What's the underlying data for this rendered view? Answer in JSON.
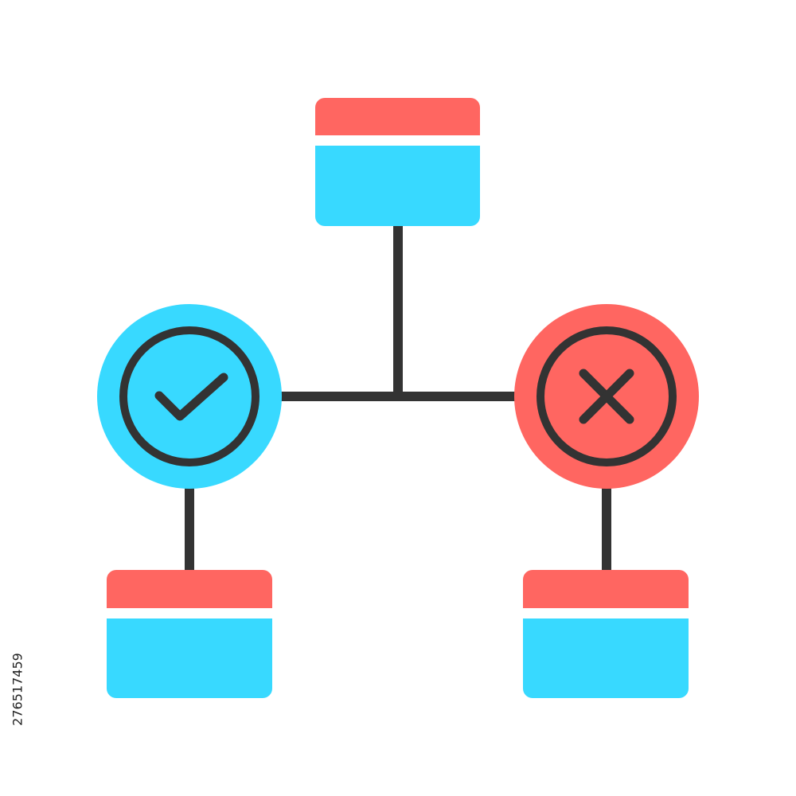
{
  "palette": {
    "background": "#ffffff",
    "header_red": "#ff6661",
    "body_blue": "#38d9ff",
    "outline_dark": "#333333"
  },
  "nodes": [
    {
      "id": "top-card",
      "kind": "card"
    },
    {
      "id": "approve-node",
      "kind": "circle",
      "icon": "checkmark-icon",
      "color": "#38d9ff"
    },
    {
      "id": "reject-node",
      "kind": "circle",
      "icon": "cross-icon",
      "color": "#ff6661"
    },
    {
      "id": "left-card",
      "kind": "card"
    },
    {
      "id": "right-card",
      "kind": "card"
    }
  ],
  "edges": [
    {
      "from": "top-card",
      "to": "approve-node"
    },
    {
      "from": "top-card",
      "to": "reject-node"
    },
    {
      "from": "approve-node",
      "to": "left-card"
    },
    {
      "from": "reject-node",
      "to": "right-card"
    }
  ],
  "watermark": {
    "stock_id": "276517459"
  }
}
